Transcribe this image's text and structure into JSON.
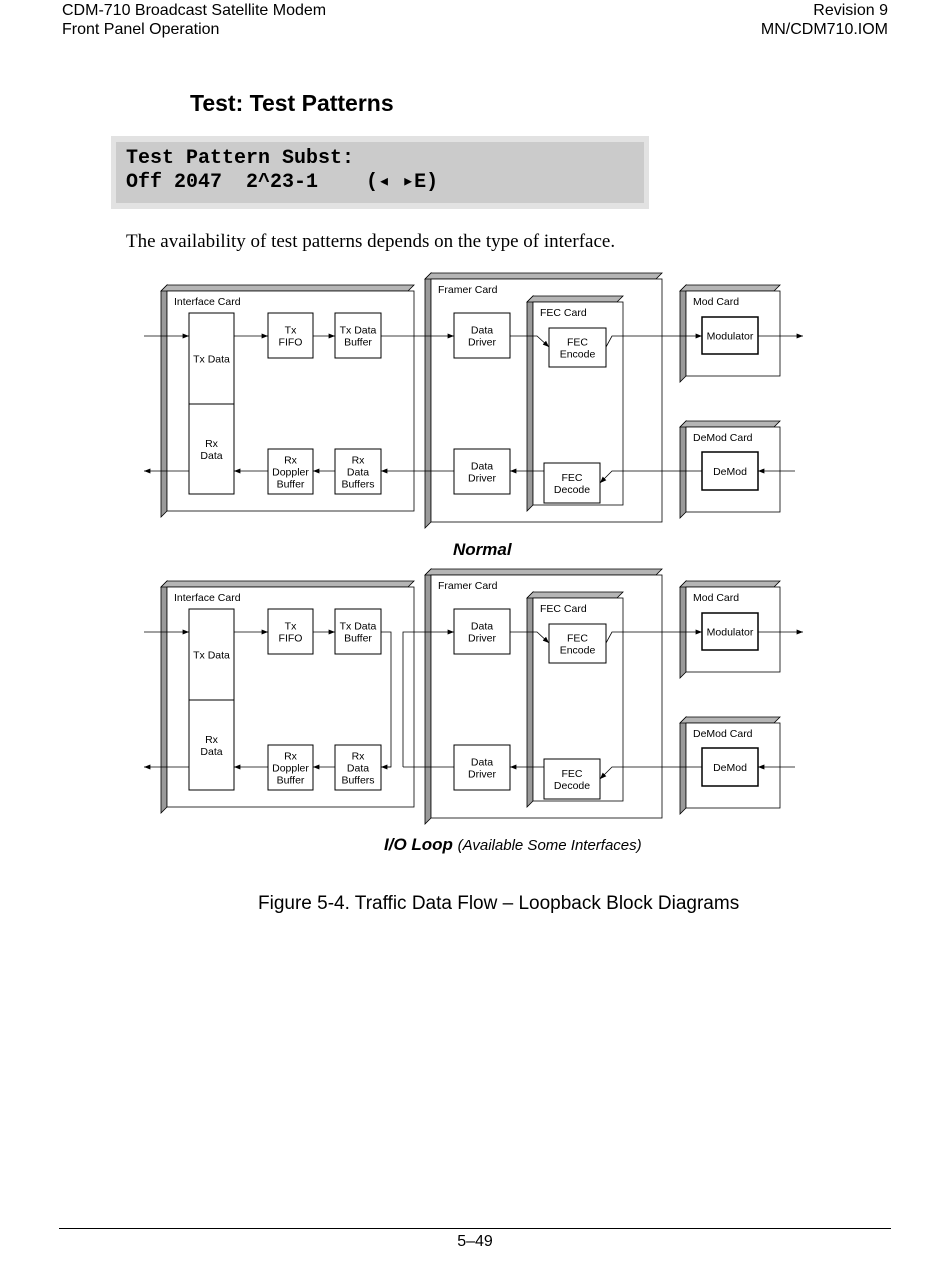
{
  "header": {
    "left_line1": "CDM-710 Broadcast Satellite Modem",
    "left_line2": "Front Panel Operation",
    "right_line1": "Revision 9",
    "right_line2": "MN/CDM710.IOM"
  },
  "section_title": "Test: Test Patterns",
  "lcd": {
    "line1": "Test Pattern Subst:",
    "line2": "Off 2047  2^23-1    (◂ ▸E)"
  },
  "body_text": "The availability of test patterns depends on the type of interface.",
  "diagram_labels": {
    "interface_card": "Interface Card",
    "framer_card": "Framer Card",
    "fec_card": "FEC Card",
    "mod_card": "Mod Card",
    "demod_card": "DeMod Card",
    "tx_data": "Tx Data",
    "rx": "Rx",
    "data": "Data",
    "tx": "Tx",
    "fifo": "FIFO",
    "tx_data_buffer_l1": "Tx Data",
    "buffer": "Buffer",
    "doppler": "Doppler",
    "buffers": "Buffers",
    "driver": "Driver",
    "fec": "FEC",
    "encode": "Encode",
    "decode": "Decode",
    "modulator": "Modulator",
    "demod": "DeMod"
  },
  "diagrams": {
    "normal_title": "Normal",
    "loop_title": "I/O Loop",
    "loop_subtitle": "(Available Some Interfaces)"
  },
  "figure_caption": "Figure 5-4.  Traffic Data Flow – Loopback Block Diagrams",
  "page_number": "5–49"
}
